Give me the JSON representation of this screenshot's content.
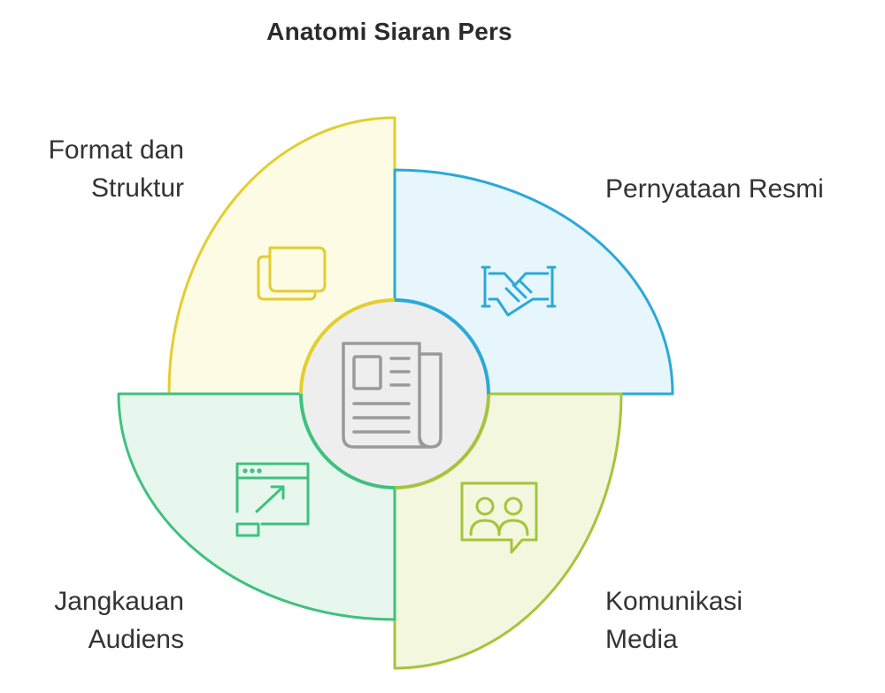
{
  "title": "Anatomi Siaran Pers",
  "segments": [
    {
      "id": "format",
      "label": "Format dan\nStruktur",
      "icon": "cards-icon",
      "stroke": "#e2ce2e",
      "fill": "#fdfbe3"
    },
    {
      "id": "statement",
      "label": "Pernyataan Resmi",
      "icon": "handshake-icon",
      "stroke": "#2aa9d9",
      "fill": "#e6f6fc"
    },
    {
      "id": "media",
      "label": "Komunikasi\nMedia",
      "icon": "people-chat-icon",
      "stroke": "#a6c43a",
      "fill": "#f2f7de"
    },
    {
      "id": "audience",
      "label": "Jangkauan\nAudiens",
      "icon": "window-expand-icon",
      "stroke": "#3fc17d",
      "fill": "#e8f7ee"
    }
  ],
  "center": {
    "icon": "newspaper-icon",
    "stroke": "#9a9a9a",
    "fill": "#eeeeee"
  }
}
